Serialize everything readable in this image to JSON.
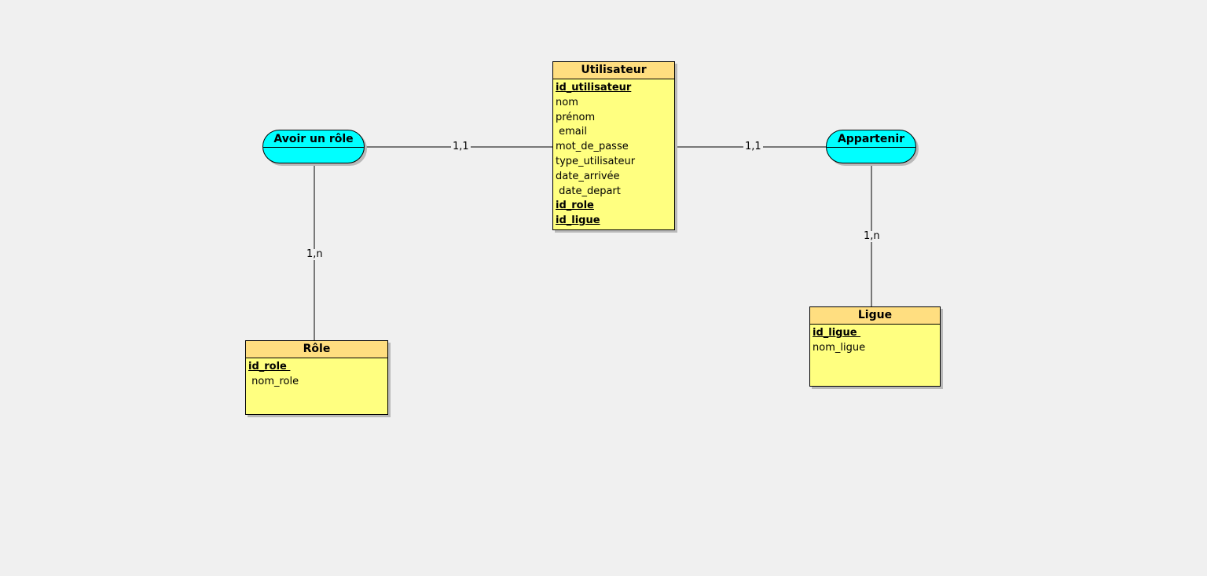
{
  "entities": {
    "utilisateur": {
      "name": "Utilisateur",
      "attributes": [
        {
          "text": "id_utilisateur",
          "key": true
        },
        {
          "text": "nom",
          "key": false
        },
        {
          "text": "prénom",
          "key": false
        },
        {
          "text": " email",
          "key": false
        },
        {
          "text": "mot_de_passe",
          "key": false
        },
        {
          "text": "type_utilisateur",
          "key": false
        },
        {
          "text": "date_arrivée",
          "key": false
        },
        {
          "text": " date_depart",
          "key": false
        },
        {
          "text": "id_role",
          "key": true
        },
        {
          "text": "id_ligue",
          "key": true
        }
      ]
    },
    "role": {
      "name": "Rôle",
      "attributes": [
        {
          "text": "id_role ",
          "key": true
        },
        {
          "text": " nom_role",
          "key": false
        }
      ]
    },
    "ligue": {
      "name": "Ligue",
      "attributes": [
        {
          "text": "id_ligue ",
          "key": true
        },
        {
          "text": "nom_ligue",
          "key": false
        }
      ]
    }
  },
  "associations": {
    "avoir_role": {
      "name": "Avoir un rôle"
    },
    "appartenir": {
      "name": "Appartenir"
    }
  },
  "cardinalities": {
    "avoir_utilisateur": "1,1",
    "avoir_role": "1,n",
    "appartenir_utilisateur": "1,1",
    "appartenir_ligue": "1,n"
  },
  "colors": {
    "entity_body": "#ffff80",
    "entity_header": "#ffde80",
    "association": "#00ffff",
    "background": "#f0f0f0"
  }
}
